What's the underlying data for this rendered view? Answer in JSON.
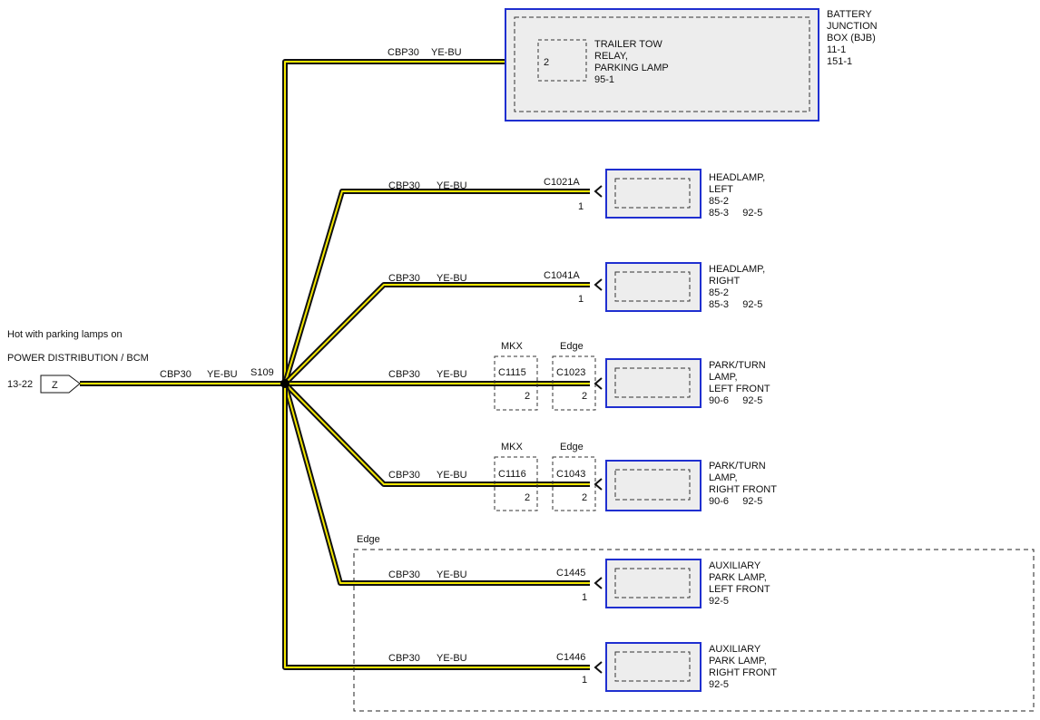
{
  "source": {
    "note": "Hot with parking lamps on",
    "title": "POWER DISTRIBUTION / BCM",
    "ref": "13-22",
    "flag": "Z",
    "circuit": "CBP30",
    "color": "YE-BU",
    "splice": "S109"
  },
  "bjb": {
    "lines": [
      "BATTERY",
      "JUNCTION",
      "BOX (BJB)",
      "11-1",
      "151-1"
    ],
    "relay_pin": "2",
    "relay_lines": [
      "TRAILER TOW",
      "RELAY,",
      "PARKING LAMP",
      "95-1"
    ],
    "circuit": "CBP30",
    "color": "YE-BU"
  },
  "branches": [
    {
      "circuit": "CBP30",
      "color": "YE-BU",
      "connector": "C1021A",
      "pin": "1",
      "lines": [
        "HEADLAMP,",
        "LEFT",
        "85-2",
        "85-3     92-5"
      ]
    },
    {
      "circuit": "CBP30",
      "color": "YE-BU",
      "connector": "C1041A",
      "pin": "1",
      "lines": [
        "HEADLAMP,",
        "RIGHT",
        "85-2",
        "85-3     92-5"
      ]
    },
    {
      "circuit": "CBP30",
      "color": "YE-BU",
      "variants": [
        {
          "label": "MKX",
          "connector": "C1115",
          "pin": "2"
        },
        {
          "label": "Edge",
          "connector": "C1023",
          "pin": "2"
        }
      ],
      "lines": [
        "PARK/TURN",
        "LAMP,",
        "LEFT FRONT",
        "90-6     92-5"
      ]
    },
    {
      "circuit": "CBP30",
      "color": "YE-BU",
      "variants": [
        {
          "label": "MKX",
          "connector": "C1116",
          "pin": "2"
        },
        {
          "label": "Edge",
          "connector": "C1043",
          "pin": "2"
        }
      ],
      "lines": [
        "PARK/TURN",
        "LAMP,",
        "RIGHT FRONT",
        "90-6     92-5"
      ]
    },
    {
      "circuit": "CBP30",
      "color": "YE-BU",
      "connector": "C1445",
      "pin": "1",
      "lines": [
        "AUXILIARY",
        "PARK LAMP,",
        "LEFT FRONT",
        "92-5"
      ]
    },
    {
      "circuit": "CBP30",
      "color": "YE-BU",
      "connector": "C1446",
      "pin": "1",
      "lines": [
        "AUXILIARY",
        "PARK LAMP,",
        "RIGHT FRONT",
        "92-5"
      ]
    }
  ],
  "edge_group_label": "Edge",
  "colors": {
    "wire_fill": "#f2e600",
    "wire_edge": "#111111",
    "component_border": "#1f2fd0",
    "component_fill": "#ededed",
    "text": "#111111"
  }
}
